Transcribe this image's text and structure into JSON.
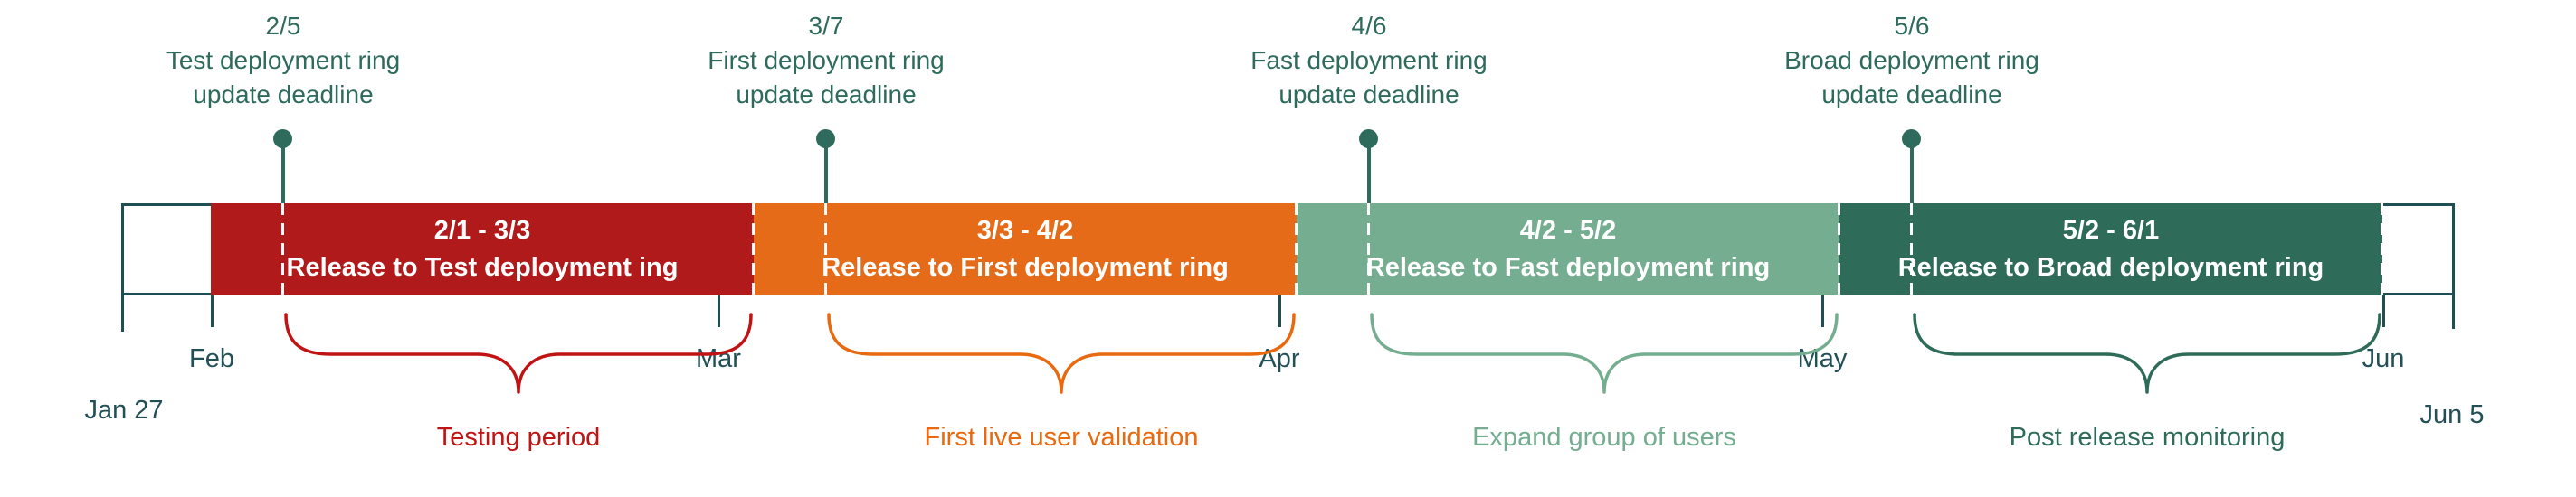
{
  "axis": {
    "start_label": "Jan 27",
    "end_label": "Jun 5",
    "months": [
      "Feb",
      "Mar",
      "Apr",
      "May",
      "Jun"
    ]
  },
  "milestones": [
    {
      "date": "2/5",
      "ring": "Test deployment ring",
      "deadline": "update deadline"
    },
    {
      "date": "3/7",
      "ring": "First deployment ring",
      "deadline": "update deadline"
    },
    {
      "date": "4/6",
      "ring": "Fast deployment ring",
      "deadline": "update deadline"
    },
    {
      "date": "5/6",
      "ring": "Broad deployment ring",
      "deadline": "update deadline"
    }
  ],
  "segments": [
    {
      "dates": "2/1 - 3/3",
      "label": "Release to Test deployment ing",
      "color": "#B11A1A"
    },
    {
      "dates": "3/3 - 4/2",
      "label": "Release to First deployment ring",
      "color": "#E56B18"
    },
    {
      "dates": "4/2 - 5/2",
      "label": "Release to Fast deployment ring",
      "color": "#74AD90"
    },
    {
      "dates": "5/2 - 6/1",
      "label": "Release to Broad deployment ring",
      "color": "#2E6B59"
    }
  ],
  "phases": [
    {
      "label": "Testing period",
      "color": "#C01414"
    },
    {
      "label": "First live user validation",
      "color": "#E8690E"
    },
    {
      "label": "Expand group of users",
      "color": "#74AD90"
    },
    {
      "label": "Post release monitoring",
      "color": "#2E6B59"
    }
  ],
  "structure_colors": {
    "axis_lines": "#1F4E53",
    "axis_text": "#234F56",
    "milestone": "#2E6B5C"
  },
  "chart_data": {
    "type": "bar",
    "subtype": "timeline_gantt",
    "title": "",
    "x_axis": {
      "start": "Jan 27",
      "end": "Jun 5",
      "month_ticks": [
        "Feb",
        "Mar",
        "Apr",
        "May",
        "Jun"
      ]
    },
    "bars": [
      {
        "start": "2/1",
        "end": "3/3",
        "date_range": "2/1 - 3/3",
        "label": "Release to Test deployment ing",
        "color": "#B11A1A"
      },
      {
        "start": "3/3",
        "end": "4/2",
        "date_range": "3/3 - 4/2",
        "label": "Release to First deployment ring",
        "color": "#E56B18"
      },
      {
        "start": "4/2",
        "end": "5/2",
        "date_range": "4/2 - 5/2",
        "label": "Release to Fast deployment ring",
        "color": "#74AD90"
      },
      {
        "start": "5/2",
        "end": "6/1",
        "date_range": "5/2 - 6/1",
        "label": "Release to Broad deployment ring",
        "color": "#2E6B59"
      }
    ],
    "milestones": [
      {
        "date": "2/5",
        "label": "Test deployment ring update deadline"
      },
      {
        "date": "3/7",
        "label": "First deployment ring update deadline"
      },
      {
        "date": "4/6",
        "label": "Fast deployment ring update deadline"
      },
      {
        "date": "5/6",
        "label": "Broad deployment ring update deadline"
      }
    ],
    "phase_brackets": [
      {
        "from": "2/5",
        "to": "3/3",
        "label": "Testing period",
        "color": "#C01414"
      },
      {
        "from": "3/7",
        "to": "4/2",
        "label": "First live user validation",
        "color": "#E8690E"
      },
      {
        "from": "4/6",
        "to": "5/2",
        "label": "Expand group of users",
        "color": "#74AD90"
      },
      {
        "from": "5/6",
        "to": "6/1",
        "label": "Post release monitoring",
        "color": "#2E6B59"
      }
    ]
  }
}
